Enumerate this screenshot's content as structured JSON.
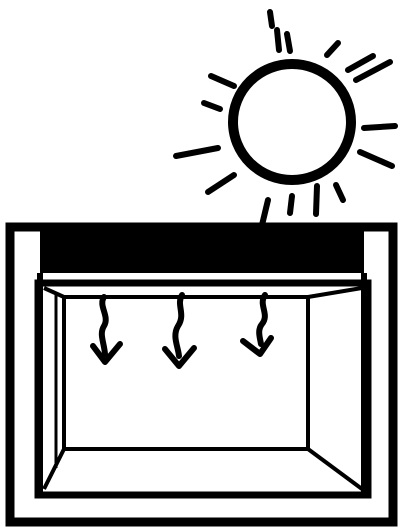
{
  "illustration": {
    "subject": "sun-heating-solar-collector-box",
    "ink_color": "#000000",
    "paper_color": "#ffffff",
    "sun": {
      "icon": "sun-icon",
      "ray_count": 16
    },
    "box": {
      "icon": "solar-box-icon",
      "lid": "dark-glazing-panel",
      "interior": "open-tray"
    },
    "heat_arrows": {
      "icon": "wavy-down-arrow-icon",
      "count": 3
    }
  }
}
